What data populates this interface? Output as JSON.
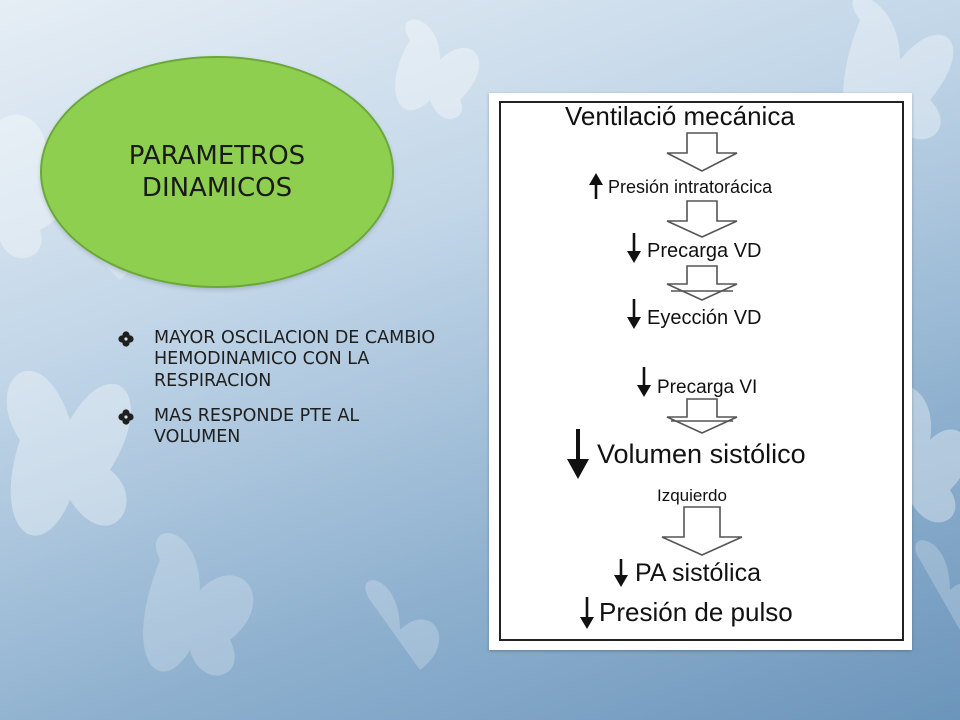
{
  "title": {
    "line1": "PARAMETROS",
    "line2": "DINAMICOS"
  },
  "bullets": [
    {
      "text": "MAYOR OSCILACION DE CAMBIO HEMODINAMICO CON LA RESPIRACION"
    },
    {
      "text": "MAS RESPONDE PTE AL VOLUMEN"
    }
  ],
  "flow": {
    "steps": [
      {
        "label": "Ventilació mecánica",
        "direction": "none"
      },
      {
        "label": "Presión intratorácica",
        "direction": "up"
      },
      {
        "label": "Precarga VD",
        "direction": "down"
      },
      {
        "label": "Eyección VD",
        "direction": "down"
      },
      {
        "label": "Precarga VI",
        "direction": "down"
      },
      {
        "label": "Volumen sistólico",
        "direction": "down"
      },
      {
        "label": "Izquierdo",
        "direction": "none"
      },
      {
        "label": "PA sistólica",
        "direction": "down"
      },
      {
        "label": "Presión de pulso",
        "direction": "down"
      }
    ]
  },
  "colors": {
    "oval_fill": "#8fcf4f",
    "oval_border": "#6aa83a",
    "bullet_icon": "#1f1f1f"
  },
  "icons": {
    "bullet": "clover-icon",
    "background": "butterfly-icon"
  }
}
